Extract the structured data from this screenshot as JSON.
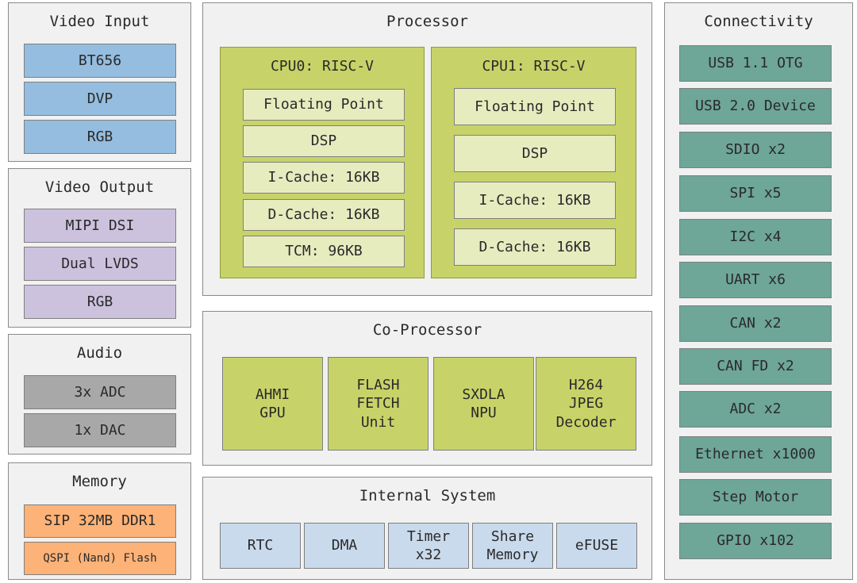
{
  "video_input": {
    "title": "Video Input",
    "items": [
      "BT656",
      "DVP",
      "RGB"
    ]
  },
  "video_output": {
    "title": "Video Output",
    "items": [
      "MIPI DSI",
      "Dual LVDS",
      "RGB"
    ]
  },
  "audio": {
    "title": "Audio",
    "items": [
      "3x ADC",
      "1x DAC"
    ]
  },
  "memory": {
    "title": "Memory",
    "items": [
      "SIP 32MB DDR1",
      "QSPI (Nand) Flash"
    ]
  },
  "processor": {
    "title": "Processor",
    "cpu0": {
      "title": "CPU0: RISC-V",
      "units": [
        "Floating Point",
        "DSP",
        "I-Cache: 16KB",
        "D-Cache: 16KB",
        "TCM: 96KB"
      ]
    },
    "cpu1": {
      "title": "CPU1: RISC-V",
      "units": [
        "Floating Point",
        "DSP",
        "I-Cache: 16KB",
        "D-Cache: 16KB"
      ]
    }
  },
  "co_processor": {
    "title": "Co-Processor",
    "units": [
      "AHMI\nGPU",
      "FLASH\nFETCH\nUnit",
      "SXDLA\nNPU",
      "H264\nJPEG\nDecoder"
    ]
  },
  "internal_system": {
    "title": "Internal System",
    "units": [
      "RTC",
      "DMA",
      "Timer\nx32",
      "Share\nMemory",
      "eFUSE"
    ]
  },
  "connectivity": {
    "title": "Connectivity",
    "items": [
      "USB 1.1 OTG",
      "USB 2.0 Device",
      "SDIO x2",
      "SPI x5",
      "I2C x4",
      "UART x6",
      "CAN x2",
      "CAN FD x2",
      "ADC x2",
      "Ethernet x1000",
      "Step Motor",
      "GPIO x102"
    ]
  },
  "colors": {
    "video_input": "#95bddf",
    "video_output": "#ccc2de",
    "audio": "#a8a8a8",
    "memory": "#fdb277",
    "connectivity": "#6ea698",
    "cpu": "#c7d368",
    "cpu_unit": "#e7ecbf",
    "internal_system": "#c9daed",
    "panel": "#f1f1f1"
  }
}
